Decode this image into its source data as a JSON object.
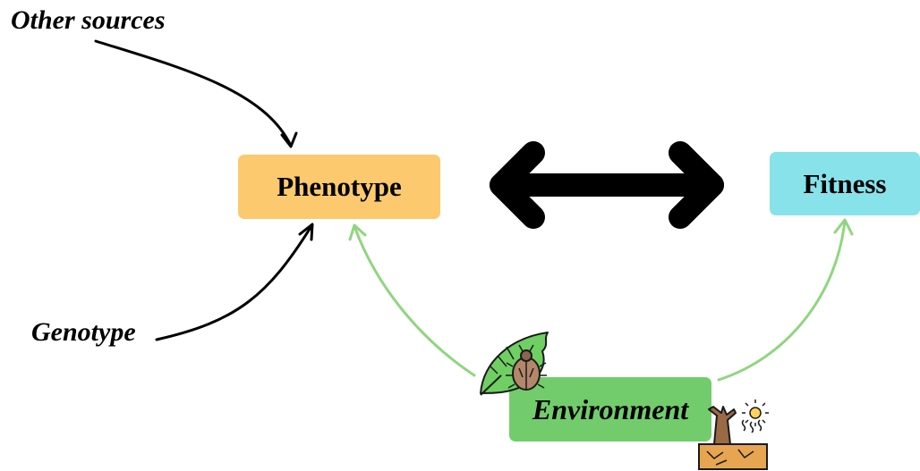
{
  "nodes": {
    "other_sources": "Other sources",
    "phenotype": "Phenotype",
    "fitness": "Fitness",
    "genotype": "Genotype",
    "environment": "Environment"
  },
  "colors": {
    "phenotype": "#fcc96e",
    "fitness": "#88e2ea",
    "environment": "#72cc6c",
    "environment_arrows": "#8fd67f",
    "black_arrows": "#000000"
  },
  "icons": [
    "leaf-beetle-icon",
    "drought-tree-icon"
  ]
}
